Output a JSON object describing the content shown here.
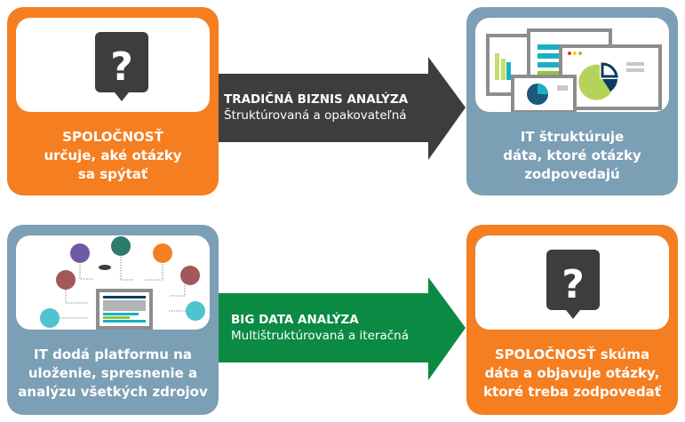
{
  "top_left": {
    "lines": [
      "SPOLOČNOSŤ",
      "určuje, aké otázky",
      "sa spýtať"
    ],
    "icon": "question-bubble-icon"
  },
  "top_arrow": {
    "title": "TRADIČNÁ BIZNIS ANALÝZA",
    "subtitle": "Štruktúrovaná a opakovateľná",
    "color": "#3d3d3f"
  },
  "top_right": {
    "lines": [
      "IT štruktúruje",
      "dáta, ktoré otázky",
      "zodpovedajú"
    ],
    "icon": "dashboard-windows-icon"
  },
  "bottom_left": {
    "lines": [
      "IT dodá platformu na",
      "uloženie, spresnenie a",
      "analýzu všetkých zdrojov"
    ],
    "icon": "data-sources-network-icon"
  },
  "bottom_arrow": {
    "title": "BIG DATA ANALÝZA",
    "subtitle": "Multištruktúrovaná a iteračná",
    "color": "#0b8a43"
  },
  "bottom_right": {
    "lines": [
      "SPOLOČNOSŤ skúma",
      "dáta a objavuje otázky,",
      "ktoré treba zodpovedať"
    ],
    "icon": "question-bubble-icon"
  },
  "colors": {
    "orange": "#f47e20",
    "blue_gray": "#7b9fb4",
    "dark": "#3d3d3f",
    "green": "#0b8a43"
  }
}
